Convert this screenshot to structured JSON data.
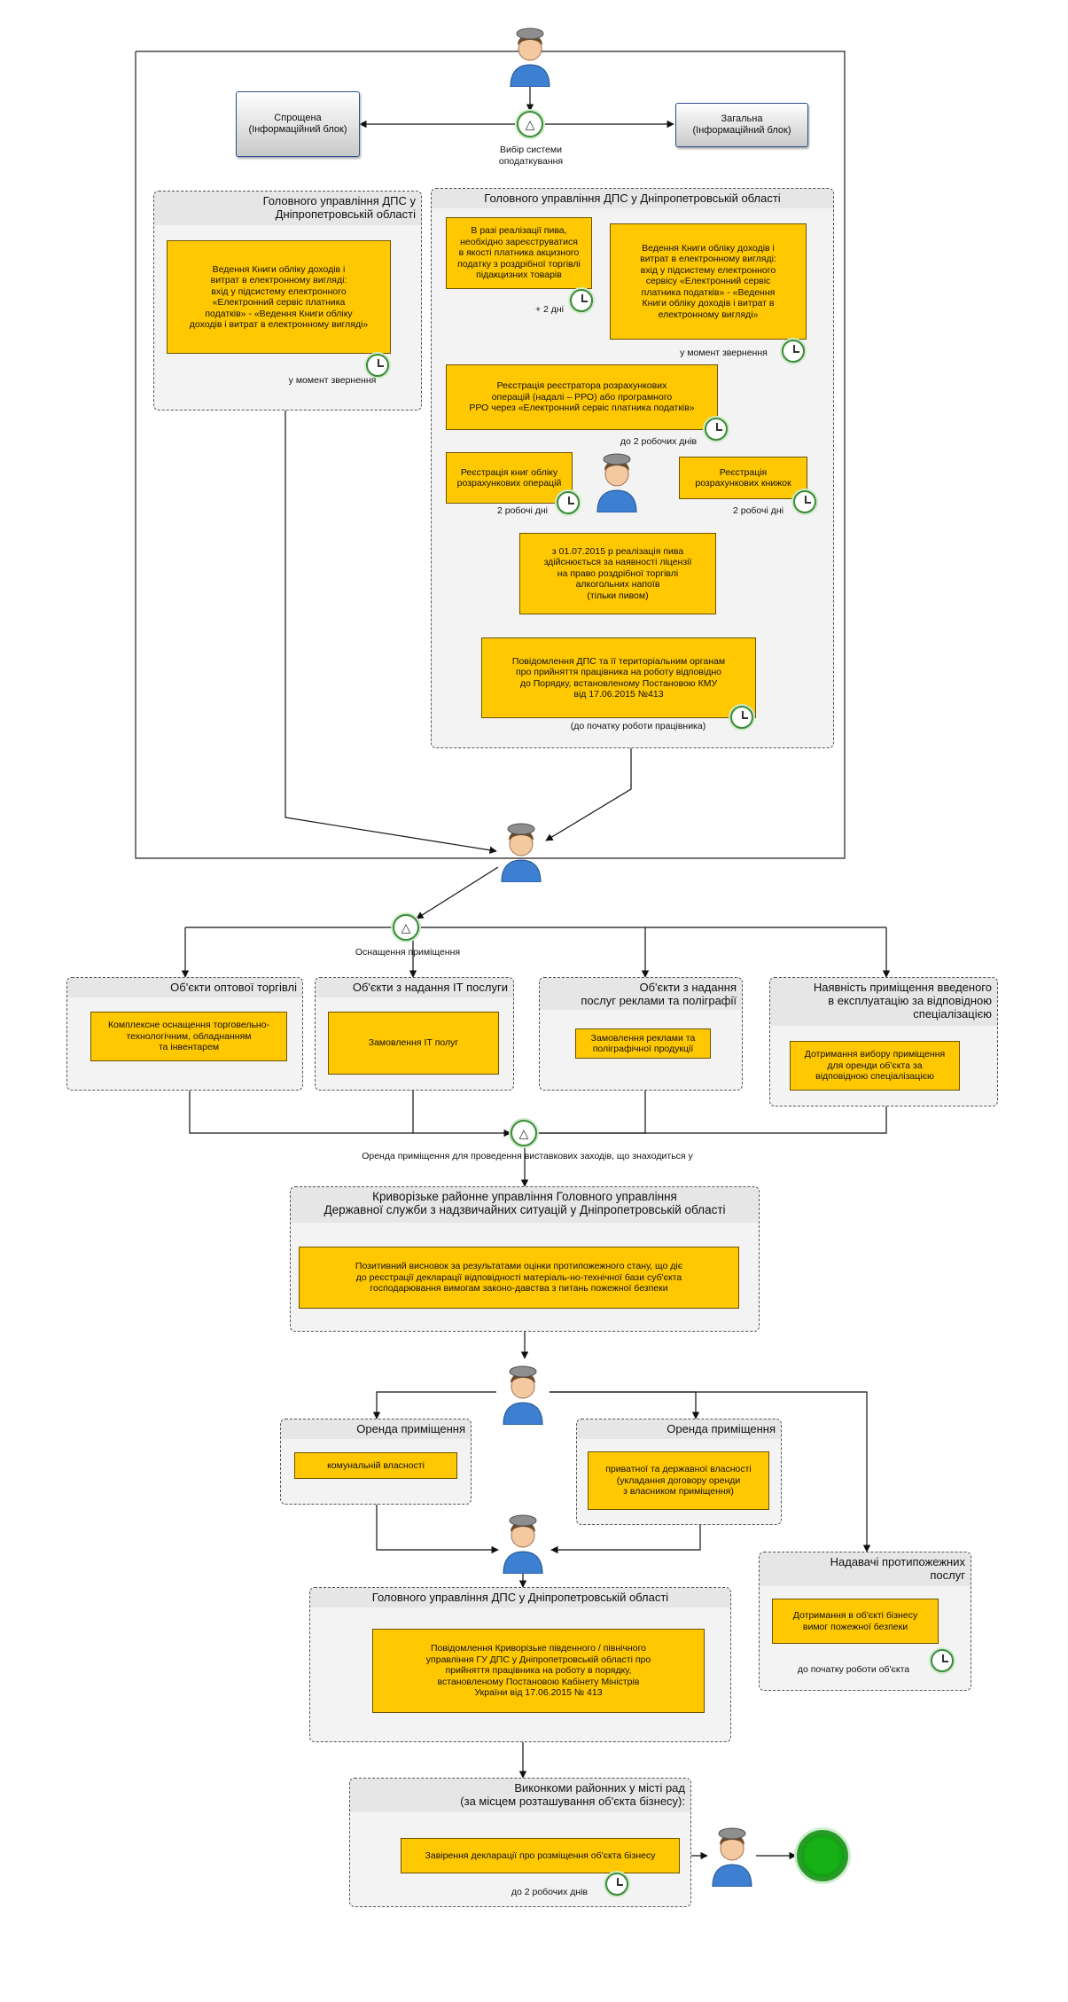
{
  "top": {
    "simplified": "Спрощена\n(Інформаційний блок)",
    "general": "Загальна\n(Інформаційний блок)",
    "gateway_label": "Вибір системи\nоподаткування"
  },
  "pool_left": {
    "header": "Головного управління ДПС у\nДніпропетровській області",
    "task": "Ведення Книги обліку доходів і\nвитрат в електронному вигляді:\nвхід у підсистему електронного\n«Електронний сервіс платника\nподатків» - «Ведення Книги обліку\nдоходів і витрат в електронному вигляді»",
    "timer": "у момент звернення"
  },
  "pool_right": {
    "header": "Головного управління ДПС у Дніпропетровській області",
    "beer": "В разі реалізації пива,\nнеобхідно зареєструватися\nв якості платника акцизного\nподатку з роздрібної торгівлі\nпідакцизних товарів",
    "beer_timer": "+ 2 дні",
    "book": "Ведення Книги обліку доходів і\nвитрат в електронному вигляді:\nвхід у підсистему електронного\nсервісу «Електронний сервіс\nплатника податків» - «Ведення\nКниги обліку доходів і витрат в\nелектронному вигляді»",
    "book_timer": "у момент звернення",
    "rro": "Реєстрація реєстратора розрахункових\nоперацій (надалі – РРО) або програмного\nРРО через «Електронний сервіс платника податків»",
    "rro_timer": "до 2 робочих днів",
    "books_ops": "Реєстрація книг обліку\nрозрахункових операцій",
    "books_ops_timer": "2 робочі дні",
    "calc_books": "Реєстрація\nрозрахункових книжок",
    "calc_books_timer": "2 робочі дні",
    "license": "з 01.07.2015 р реалізація пива\nздійснюється за наявності ліцензії\nна право роздрібної торгівлі\nалкогольних напоїв\n(тільки пивом)",
    "notify": "Повідомлення ДПС та її територіальним органам\nпро прийняття працівника на роботу відповідно\nдо Порядку, встановленому Постановою КМУ\nвід 17.06.2015 №413",
    "notify_timer": "(до початку роботи працівника)"
  },
  "equip": {
    "gateway_label": "Оснащення приміщення",
    "pools": [
      {
        "header": "Об'єкти оптової торгівлі",
        "task": "Комплексне оснащення торговельно-\nтехнологічним, обладнанням\nта інвентарем"
      },
      {
        "header": "Об'єкти з надання ІТ послуги",
        "task": "Замовлення ІТ полуг"
      },
      {
        "header": "Об'єкти з надання\nпослуг реклами та поліграфії",
        "task": "Замовлення реклами та\nполіграфічної продукції"
      },
      {
        "header": "Наявність приміщення введеного\nв експлуатацію за відповідною\nспеціалізацією",
        "task": "Дотримання вибору приміщення\nдля оренди об'єкта за\nвідповідною спеціалізацією"
      }
    ]
  },
  "rent_gateway_label": "Оренда приміщення для проведення виставкових заходів, що знаходиться у",
  "fire": {
    "header": "Криворізьке районне управління Головного управління\nДержавної служби з надзвичайних ситуацій у Дніпропетровській області",
    "task": "Позитивний висновок за результатами оцінки протипожежного стану, що діє\nдо реєстрації  декларації відповідності матеріаль-но-технічної бази суб'єкта\nгосподарювання вимогам законо-давства з питань пожежної безпеки"
  },
  "rent_a": {
    "header": "Оренда приміщення",
    "task": "комунальній власності"
  },
  "rent_b": {
    "header": "Оренда приміщення",
    "task": "приватної та державної власності\n(укладання договору оренди\nз власником приміщення)"
  },
  "fire_providers": {
    "header": "Надавачі протипожежних\nпослуг",
    "task": "Дотримання в об'єкті бізнесу\nвимог пожежної безпеки",
    "timer": "до початку роботи об'єкта"
  },
  "dps_bottom": {
    "header": "Головного управління ДПС у Дніпропетровській області",
    "task": "Повідомлення Криворізьке південного / північного\nуправління ГУ ДПС у Дніпропетровській області про\nприйняття працівника на роботу в порядку,\nвстановленому Постановою Кабінету Міністрів\nУкраїни від 17.06.2015 № 413"
  },
  "vykonkom": {
    "header": "Виконкоми районних у місті рад\n(за місцем розташування об'єкта бізнесу):",
    "task": "Завірення декларації про розміщення об'єкта бізнесу",
    "timer": "до 2 робочих днів"
  },
  "colors": {
    "task": "#ffc800",
    "pool": "#f3f3f3",
    "end": "#17b017"
  }
}
